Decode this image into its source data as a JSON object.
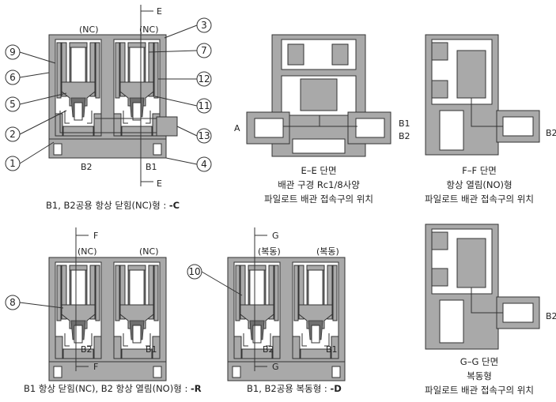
{
  "callouts": [
    "1",
    "2",
    "3",
    "4",
    "5",
    "6",
    "7",
    "8",
    "9",
    "10",
    "11",
    "12",
    "13"
  ],
  "diagram_c": {
    "left_label": "(NC)",
    "right_label": "(NC)",
    "bottom_left": "B2",
    "bottom_right": "B1",
    "section_mark": "E",
    "caption_text": "B1, B2공용 항상 닫힘(NC)형 : ",
    "caption_code": "-C"
  },
  "section_ee": {
    "port_a": "A",
    "title": "E–E 단면",
    "line2": "배관 구경 Rc1/8사양",
    "line3": "파일로트 배관 접속구의 위치"
  },
  "section_ff": {
    "port_b1": "B1",
    "port_b2": "B2",
    "port_b2_right": "B2",
    "title": "F–F 단면",
    "line2": "항상 열림(NO)형",
    "line3": "파일로트 배관 접속구의 위치"
  },
  "diagram_r": {
    "left_label": "(NC)",
    "right_label": "(NC)",
    "bottom_left": "B2",
    "bottom_right": "B1",
    "section_mark": "F",
    "caption_text": "B1 항상 닫힘(NC), B2 항상 열림(NO)형 : ",
    "caption_code": "-R"
  },
  "diagram_d": {
    "left_label": "(복동)",
    "right_label": "(복동)",
    "bottom_left": "B2",
    "bottom_right": "B1",
    "section_mark": "G",
    "caption_text": "B1, B2공용 복동형 : ",
    "caption_code": "-D"
  },
  "section_gg": {
    "port_b2": "B2",
    "title": "G–G 단면",
    "line2": "복동형",
    "line3": "파일로트 배관 접속구의 위치"
  }
}
